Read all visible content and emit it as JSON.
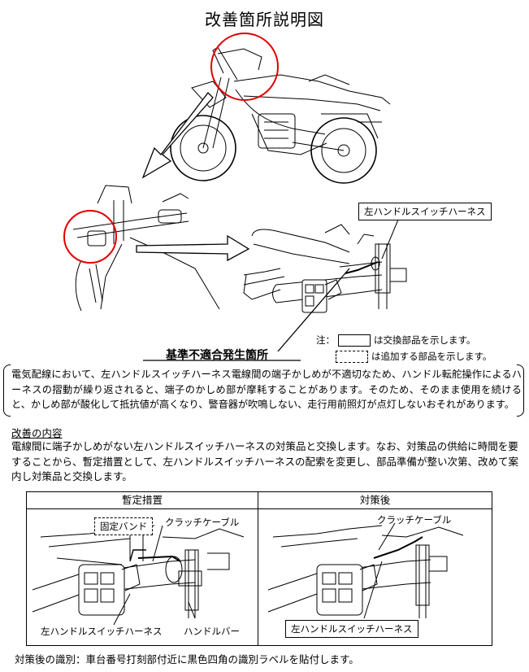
{
  "title": "改善箇所説明図",
  "upper": {
    "harness_label": "左ハンドルスイッチハーネス",
    "nonconformity_label": "基準不適合発生箇所",
    "note_prefix": "注：",
    "note_solid": "は交換部品を示します。",
    "note_dashed": "は追加する部品を示します。",
    "highlight_color": "#e00000"
  },
  "description": "電気配線において、左ハンドルスイッチハーネス電線間の端子かしめが不適切なため、ハンドル転舵操作によるハーネスの摺動が繰り返されると、端子のかしめ部が摩耗することがあります。そのため、そのまま使用を続けると、かしめ部が酸化して抵抗値が高くなり、警音器が吹鳴しない、走行用前照灯が点灯しないおそれがあります。",
  "improvement": {
    "heading": "改善の内容",
    "body": "電線間に端子かしめがない左ハンドルスイッチハーネスの対策品と交換します。なお、対策品の供給に時間を要することから、暫定措置として、左ハンドルスイッチハーネスの配索を変更し、部品準備が整い次第、改めて案内し対策品と交換します。"
  },
  "table": {
    "col_left": "暫定措置",
    "col_right": "対策後",
    "left_labels": {
      "band": "固定バンド",
      "clutch": "クラッチケーブル",
      "harness": "左ハンドルスイッチハーネス",
      "handlebar": "ハンドルバー"
    },
    "right_labels": {
      "clutch": "クラッチケーブル",
      "harness": "左ハンドルスイッチハーネス"
    }
  },
  "footer": "対策後の識別：車台番号打刻部付近に黒色四角の識別ラベルを貼付します。"
}
